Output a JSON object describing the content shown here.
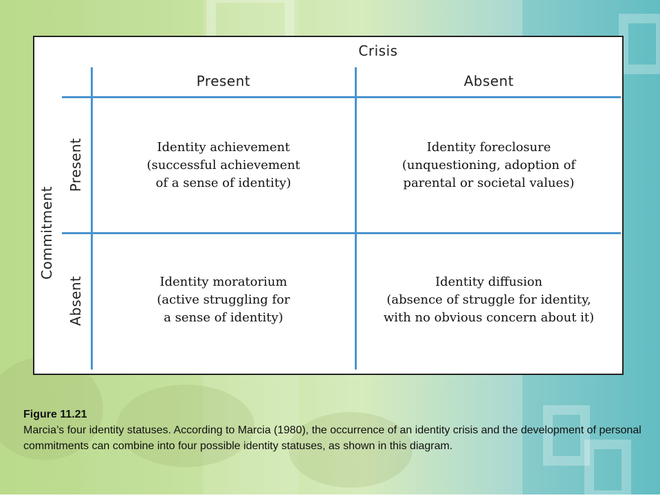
{
  "diagram": {
    "crisis_label": "Crisis",
    "commitment_label": "Commitment",
    "columns": [
      "Present",
      "Absent"
    ],
    "rows": [
      "Present",
      "Absent"
    ],
    "cells": [
      {
        "lines": [
          "Identity achievement",
          "(successful achievement",
          "of a sense of identity)"
        ]
      },
      {
        "lines": [
          "Identity foreclosure",
          "(unquestioning, adoption of",
          "parental or societal values)"
        ]
      },
      {
        "lines": [
          "Identity moratorium",
          "(active struggling for",
          "a sense of identity)"
        ]
      },
      {
        "lines": [
          "Identity diffusion",
          "(absence of struggle for identity,",
          "with no obvious concern about it)"
        ]
      }
    ]
  },
  "caption": {
    "figure": "Figure 11.21",
    "text": "Marcia’s four identity statuses. According to Marcia (1980), the occurrence of an identity crisis and the development of personal commitments can combine into four possible identity statuses, as shown in this diagram."
  },
  "colors": {
    "grid_line": "#4a93cf",
    "border": "#222222"
  }
}
